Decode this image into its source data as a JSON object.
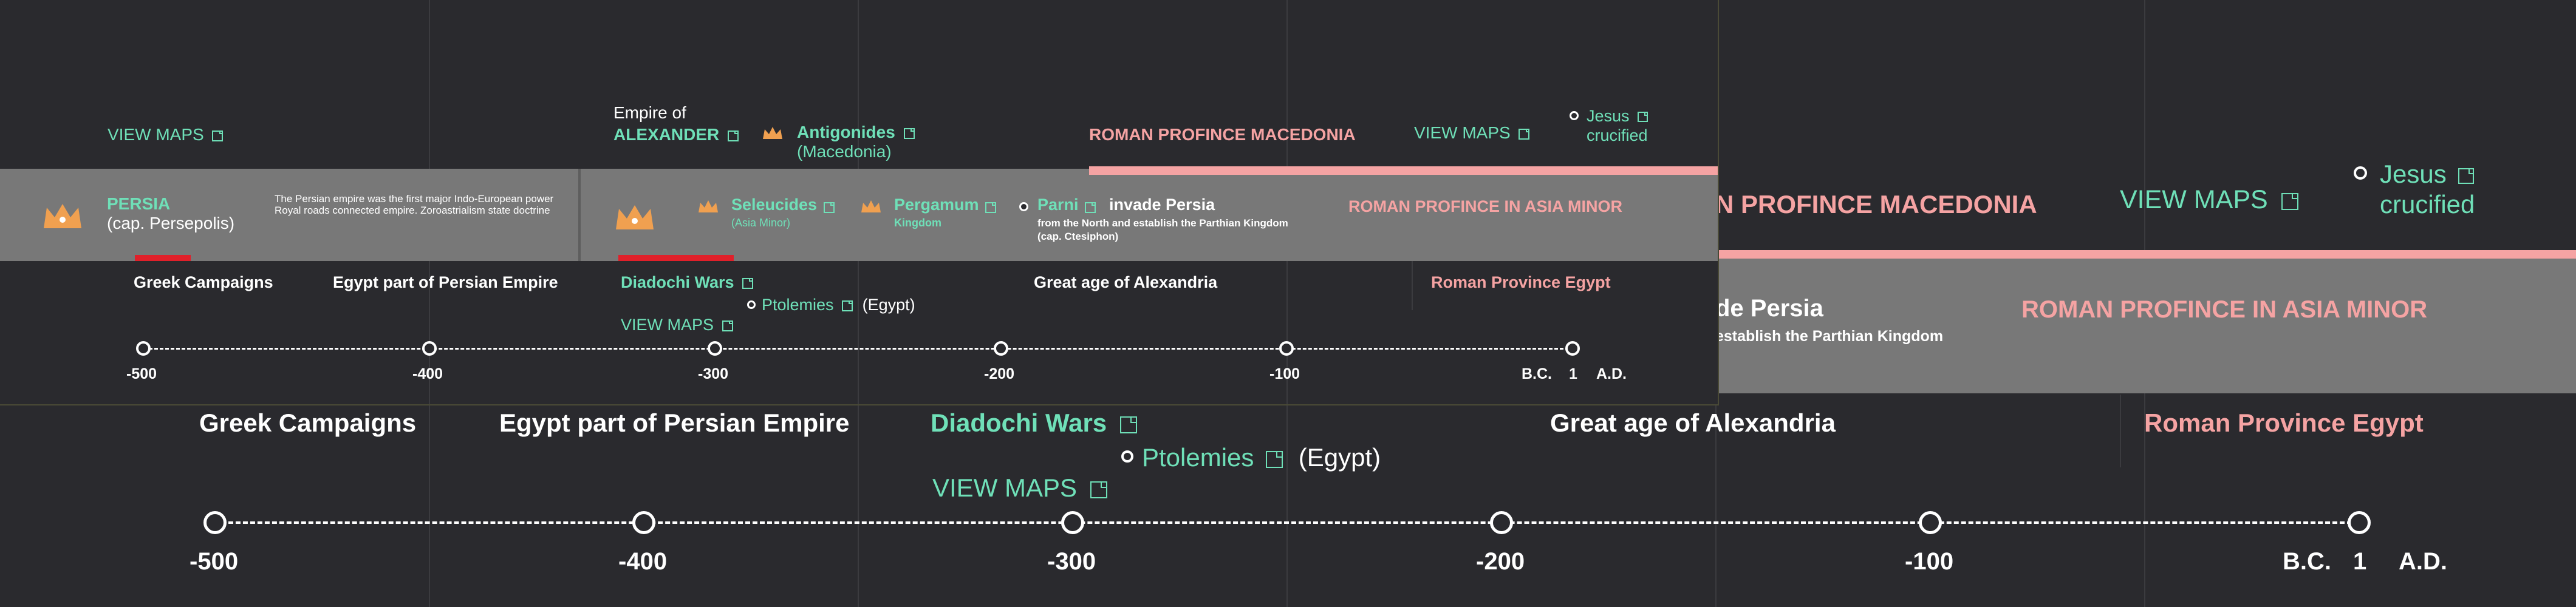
{
  "ticks": [
    "-500",
    "-400",
    "-300",
    "-200",
    "-100"
  ],
  "bc_label": "B.C.",
  "one_label": "1",
  "ad_label": "A.D.",
  "view_maps": "VIEW MAPS",
  "empire_of": "Empire of",
  "alexander": "ALEXANDER",
  "antigonides": "Antigonides",
  "macedonia_paren": "(Macedonia)",
  "roman_macedonia": "ROMAN PROFINCE MACEDONIA",
  "roman_macedonia_cut": "N PROFINCE MACEDONIA",
  "jesus": "Jesus",
  "crucified": "crucified",
  "persia": "PERSIA",
  "persepolis": "(cap. Persepolis)",
  "persia_desc": "The Persian empire was the first major Indo-European power Royal roads connected empire. Zoroastrialism state doctrine",
  "seleucides": "Seleucides",
  "asia_minor_paren": "(Asia Minor)",
  "pergamum": "Pergamum",
  "kingdom": "Kingdom",
  "parni": "Parni",
  "invade_persia": "invade Persia",
  "invade_persia_cut": "de Persia",
  "parthian_desc": "from the North and establish the Parthian Kingdom",
  "parthian_desc_cut": "establish the Parthian Kingdom",
  "ctesiphon": "(cap. Ctesiphon)",
  "roman_asia_minor": "ROMAN PROFINCE IN ASIA MINOR",
  "greek_campaigns": "Greek Campaigns",
  "egypt_persian": "Egypt part of Persian Empire",
  "diadochi": "Diadochi Wars",
  "ptolemies": "Ptolemies",
  "egypt_paren": "(Egypt)",
  "alexandria": "Great age of Alexandria",
  "roman_egypt": "Roman Province Egypt",
  "colors": {
    "bg": "#2a2a2e",
    "band": "#787878",
    "teal": "#6fe0b8",
    "pink": "#f5a3a3",
    "orange": "#f0a050",
    "red": "#e0202a"
  }
}
